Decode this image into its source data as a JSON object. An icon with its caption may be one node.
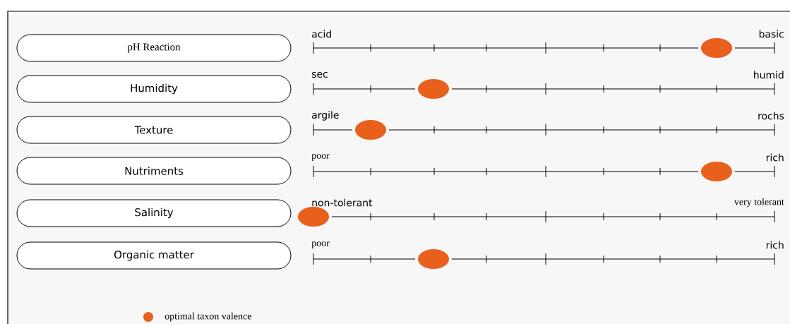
{
  "diagram": {
    "nodes": [
      {
        "text": [
          "pH Reaction"
        ]
      },
      {
        "text": [
          "Humidity"
        ]
      },
      {
        "text": [
          "Texture"
        ]
      },
      {
        "text": [
          "Nutriments"
        ]
      },
      {
        "text": [
          "Salinity"
        ]
      },
      {
        "text": [
          "Organic matter"
        ]
      }
    ],
    "labels": [
      "acid",
      "basic",
      "sec",
      "humid",
      "argile",
      "rochs",
      "poor",
      "rich",
      "non-tolerant",
      "very tolerant",
      "poor",
      "rich"
    ],
    "legend": [
      {
        "text": "optimal taxon valence",
        "color": "#e8601c"
      }
    ]
  }
}
